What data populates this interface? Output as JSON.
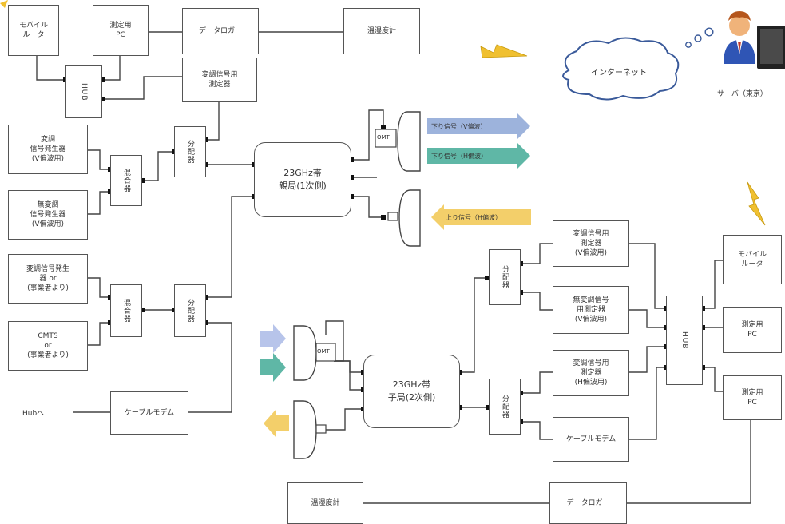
{
  "boxes": {
    "mobile_router_tl": "モバイル\nルータ",
    "measure_pc_tl": "測定用\nPC",
    "data_logger_top": "データロガー",
    "thermo_top": "温湿度計",
    "hub_left": "HUB",
    "mod_meter_top": "変調信号用\n測定器",
    "mod_gen_v": "変調\n信号発生器\n(V偏波用)",
    "unmod_gen_v": "無変調\n信号発生器\n(V偏波用)",
    "combiner_1": "混合器",
    "splitter_1": "分配器",
    "parent_station": "23GHz帯\n親局(1次側)",
    "mod_gen_h": "変調信号発生\n器 or\n(事業者より)",
    "cmts": "CMTS\nor\n(事業者より)",
    "combiner_2": "混合器",
    "splitter_2": "分配器",
    "cable_modem_left": "ケーブルモデム",
    "child_station": "23GHz帯\n子局(2次側)",
    "splitter_3": "分配器",
    "splitter_4": "分配器",
    "mod_meter_v": "変調信号用\n測定器\n(V偏波用)",
    "unmod_meter_v": "無変調信号\n用測定器\n(V偏波用)",
    "mod_meter_h": "変調信号用\n測定器\n(H偏波用)",
    "cable_modem_right": "ケーブルモデム",
    "hub_right": "HUB",
    "mobile_router_r": "モバイル\nルータ",
    "measure_pc_r1": "測定用\nPC",
    "measure_pc_r2": "測定用\nPC",
    "thermo_bottom": "温湿度計",
    "data_logger_bottom": "データロガー"
  },
  "labels": {
    "internet": "インターネット",
    "server": "サーバ（東京）",
    "hub_to": "Hubへ",
    "omt": "OMT",
    "down_v": "下り信号（V偏波）",
    "down_h": "下り信号（H偏波）",
    "up_h": "上り信号（H偏波）"
  },
  "colors": {
    "arrow_blue": "#9db3dc",
    "arrow_teal": "#5fb7a6",
    "arrow_yellow": "#f3cf6a",
    "lightning": "#f0c030",
    "line": "#444444"
  }
}
